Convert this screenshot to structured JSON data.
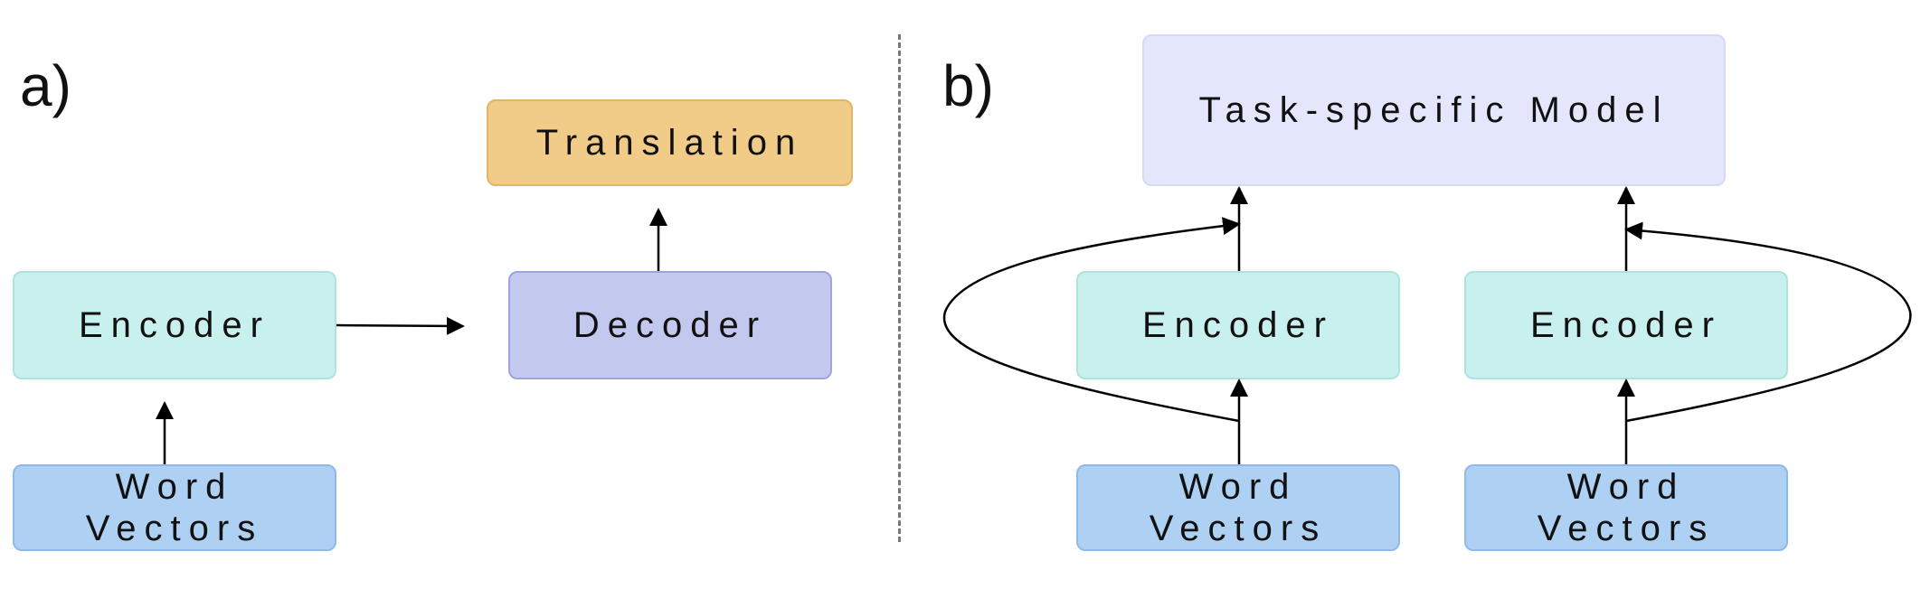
{
  "panel_a": {
    "label": "a)",
    "encoder": "Encoder",
    "decoder": "Decoder",
    "translation": "Translation",
    "word_vectors": [
      "Word",
      "Vectors"
    ]
  },
  "panel_b": {
    "label": "b)",
    "task_model": "Task-specific Model",
    "encoder_left": "Encoder",
    "encoder_right": "Encoder",
    "word_vectors_left": [
      "Word",
      "Vectors"
    ],
    "word_vectors_right": [
      "Word",
      "Vectors"
    ]
  },
  "colors": {
    "encoder": "#c8f0ee",
    "decoder": "#c3c8ef",
    "word_vectors": "#add0f3",
    "translation": "#f1cb88",
    "task_model": "#e4e6fc",
    "divider": "#777777"
  }
}
